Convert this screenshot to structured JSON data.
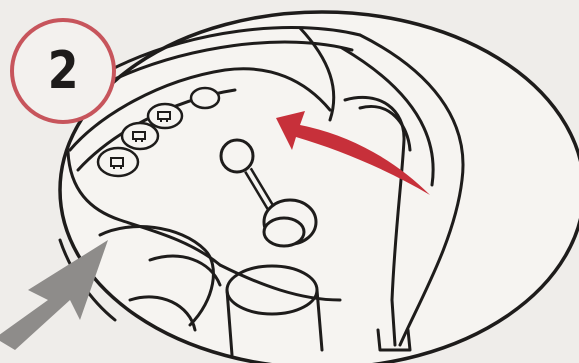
{
  "step": {
    "number": "2"
  },
  "colors": {
    "background": "#efedea",
    "panel": "#f6f4f1",
    "line": "#1e1c1b",
    "accent_red": "#c7303a",
    "badge_ring": "#c7555c",
    "grey_arrow": "#8e8c8a"
  },
  "icons": [
    "step-badge-circle",
    "curved-red-arrow-icon",
    "grey-arrow-icon",
    "joystick-lever-icon",
    "mower-glyph-buttons"
  ]
}
